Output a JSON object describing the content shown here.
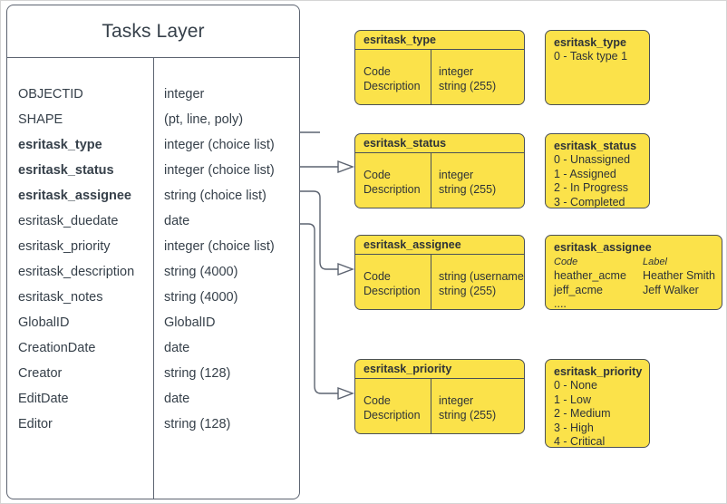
{
  "diagram": {
    "title": "Tasks Layer"
  },
  "layer": {
    "title": "Tasks Layer",
    "fields": [
      {
        "name": "OBJECTID",
        "type": "integer",
        "bold": false
      },
      {
        "name": "SHAPE",
        "type": "(pt, line, poly)",
        "bold": false
      },
      {
        "name": "esritask_type",
        "type": "integer (choice list)",
        "bold": true
      },
      {
        "name": "esritask_status",
        "type": "integer (choice list)",
        "bold": true
      },
      {
        "name": "esritask_assignee",
        "type": "string (choice list)",
        "bold": true
      },
      {
        "name": "esritask_duedate",
        "type": "date",
        "bold": false
      },
      {
        "name": "esritask_priority",
        "type": "integer (choice list)",
        "bold": false
      },
      {
        "name": "esritask_description",
        "type": "string (4000)",
        "bold": false
      },
      {
        "name": "esritask_notes",
        "type": "string (4000)",
        "bold": false
      },
      {
        "name": "GlobalID",
        "type": "GlobalID",
        "bold": false
      },
      {
        "name": "CreationDate",
        "type": "date",
        "bold": false
      },
      {
        "name": "Creator",
        "type": "string (128)",
        "bold": false
      },
      {
        "name": "EditDate",
        "type": "date",
        "bold": false
      },
      {
        "name": "Editor",
        "type": "string (128)",
        "bold": false
      }
    ]
  },
  "domains": [
    {
      "id": "type",
      "title": "esritask_type",
      "left_col": [
        "Code",
        "Description"
      ],
      "right_col": [
        "integer",
        "string (255)"
      ]
    },
    {
      "id": "status",
      "title": "esritask_status",
      "left_col": [
        "Code",
        "Description"
      ],
      "right_col": [
        "integer",
        "string (255)"
      ]
    },
    {
      "id": "assignee",
      "title": "esritask_assignee",
      "left_col": [
        "Code",
        "Description"
      ],
      "right_col": [
        "string  (username)",
        "string (255)"
      ]
    },
    {
      "id": "priority",
      "title": "esritask_priority",
      "left_col": [
        "Code",
        "Description"
      ],
      "right_col": [
        "integer",
        "string (255)"
      ]
    }
  ],
  "values": {
    "type": {
      "title": "esritask_type",
      "lines": [
        "0 - Task type 1"
      ]
    },
    "status": {
      "title": "esritask_status",
      "lines": [
        "0 - Unassigned",
        "1 - Assigned",
        "2 - In Progress",
        "3 - Completed"
      ]
    },
    "assignee": {
      "title": "esritask_assignee",
      "headers": {
        "code": "Code",
        "label": "Label"
      },
      "rows": [
        {
          "code": "heather_acme",
          "label": "Heather Smith"
        },
        {
          "code": "jeff_acme",
          "label": "Jeff Walker"
        }
      ],
      "ellipsis": "...."
    },
    "priority": {
      "title": "esritask_priority",
      "lines": [
        "0 - None",
        "1 - Low",
        "2 - Medium",
        "3 - High",
        "4 - Critical"
      ]
    }
  },
  "colors": {
    "domain_fill": "#fbe24a",
    "stroke": "#4a5058",
    "table_stroke": "#5c6370",
    "text": "#36404a",
    "page_border": "#d5d5d5"
  }
}
